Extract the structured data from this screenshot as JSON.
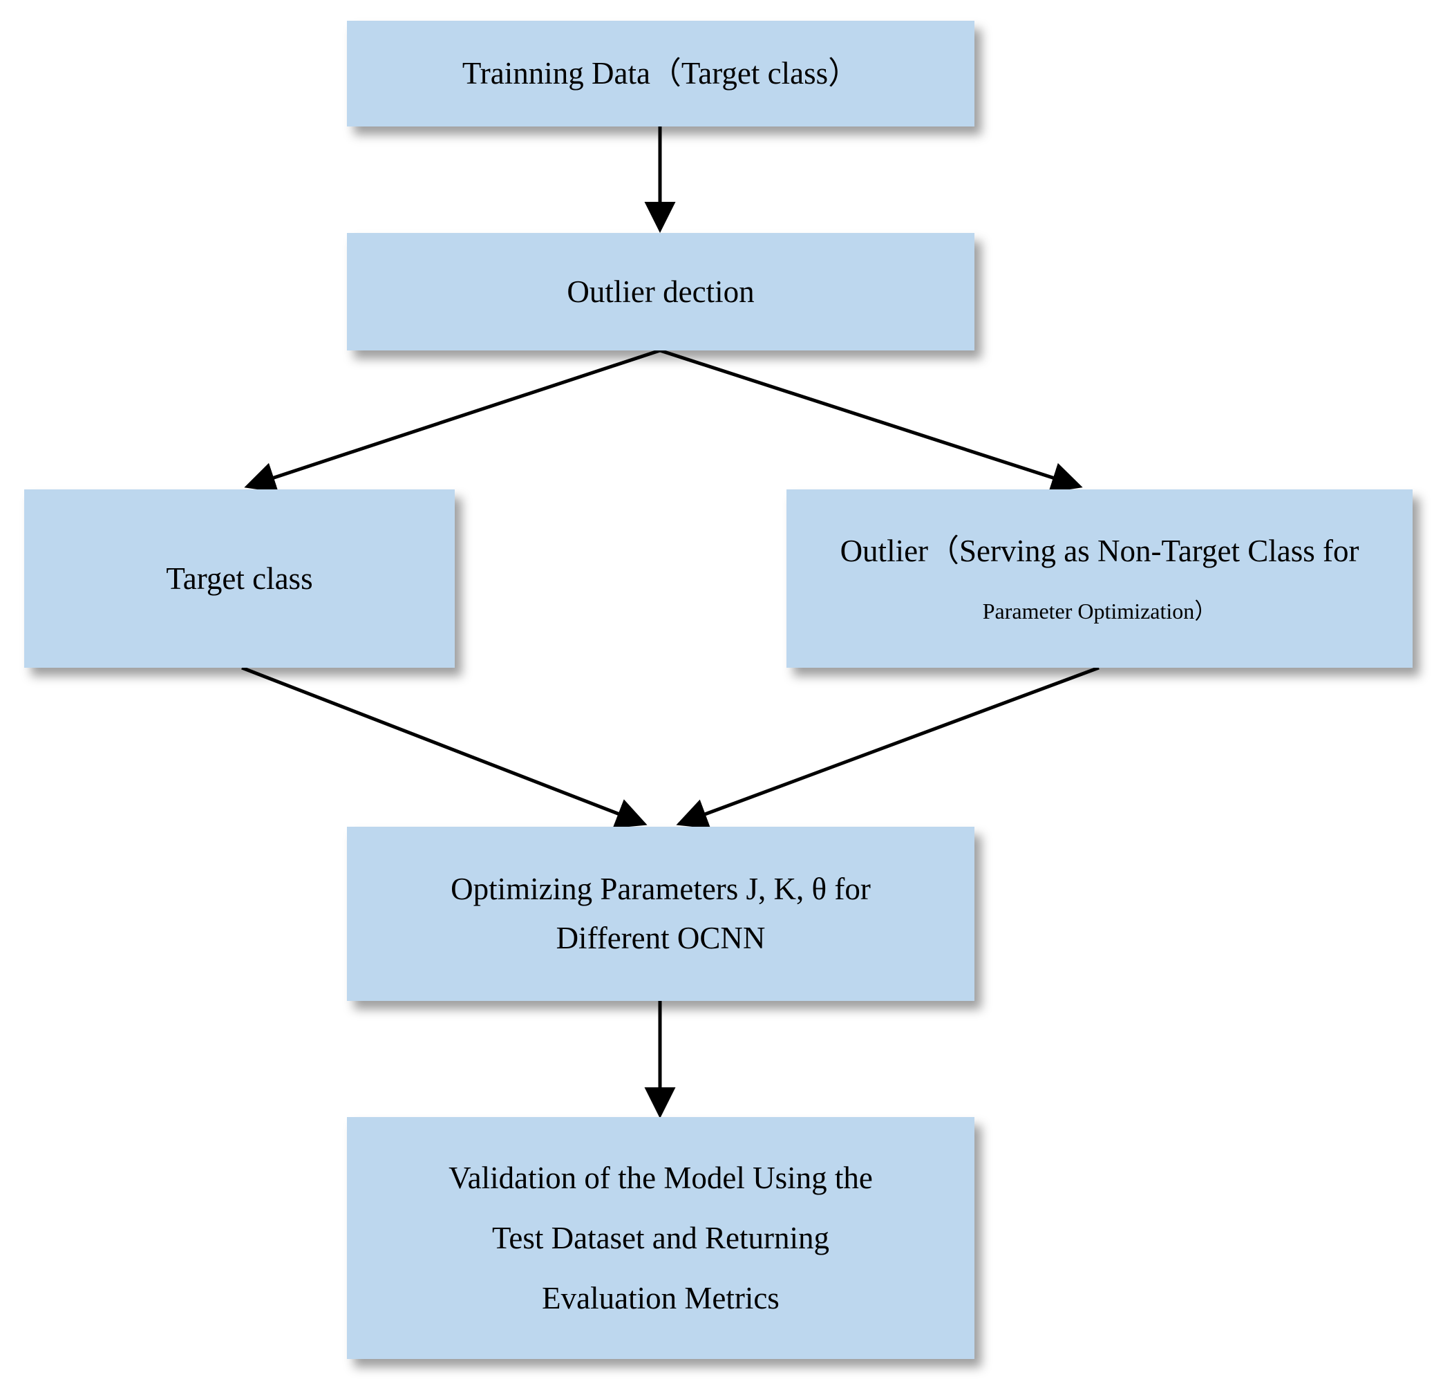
{
  "diagram": {
    "title": "OCNN parameter optimization flowchart",
    "background_color": "#ffffff",
    "node_fill_color": "#bdd7ee",
    "arrow_color": "#000000",
    "text_color": "#000000"
  },
  "nodes": {
    "training_data": {
      "label": "Trainning Data（Target class）"
    },
    "outlier_detection": {
      "label": "Outlier dection"
    },
    "target_class": {
      "label": "Target class"
    },
    "outlier": {
      "label_main": "Outlier（Serving as Non-Target Class for",
      "label_second": "Parameter Optimization）"
    },
    "optimizing": {
      "line1": "Optimizing Parameters J, K, θ for",
      "line2": "Different OCNN"
    },
    "validation": {
      "line1": "Validation of the Model Using the",
      "line2": "Test Dataset and Returning",
      "line3": "Evaluation Metrics"
    }
  },
  "edges": [
    {
      "name": "training-to-detection",
      "from": "training_data",
      "to": "outlier_detection",
      "style": "straight-down"
    },
    {
      "name": "detection-to-target",
      "from": "outlier_detection",
      "to": "target_class",
      "style": "diagonal-down-left"
    },
    {
      "name": "detection-to-outlier",
      "from": "outlier_detection",
      "to": "outlier",
      "style": "diagonal-down-right"
    },
    {
      "name": "target-to-optimizing",
      "from": "target_class",
      "to": "optimizing",
      "style": "diagonal-down-right"
    },
    {
      "name": "outlier-to-optimizing",
      "from": "outlier",
      "to": "optimizing",
      "style": "diagonal-down-left"
    },
    {
      "name": "optimizing-to-validation",
      "from": "optimizing",
      "to": "validation",
      "style": "straight-down"
    }
  ]
}
